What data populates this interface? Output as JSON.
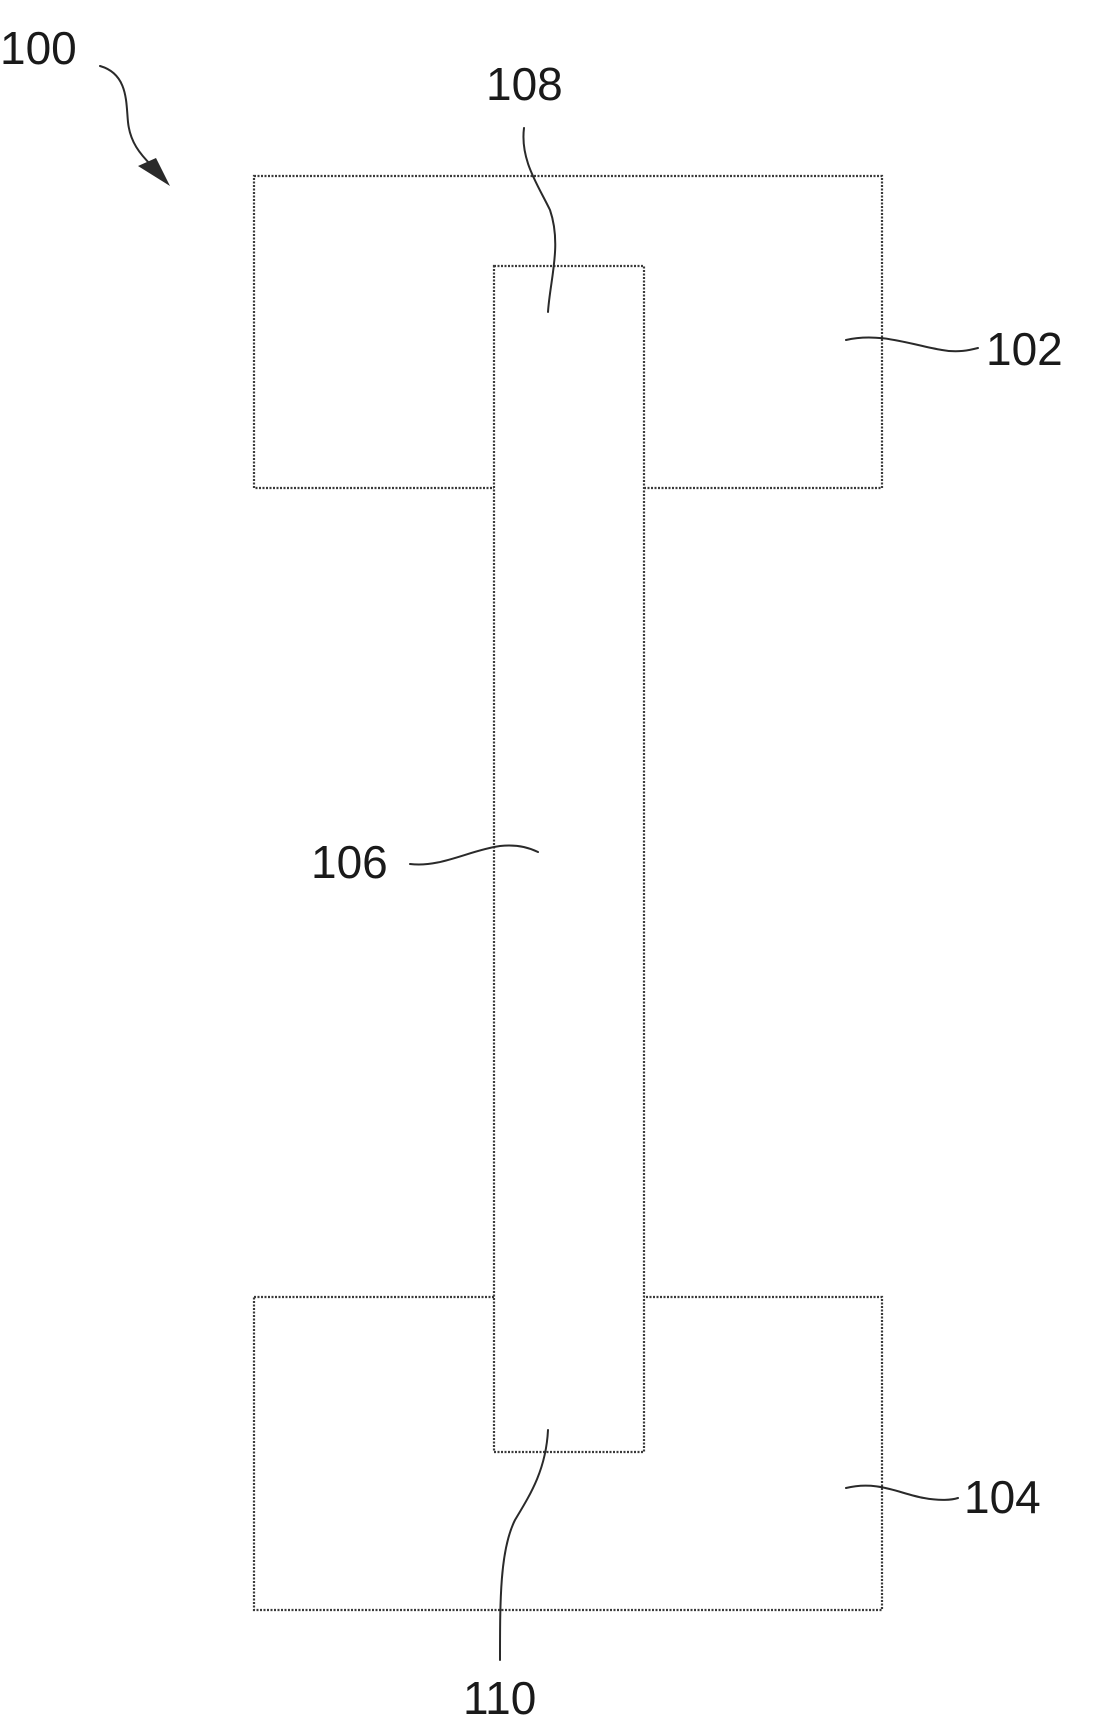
{
  "figure": {
    "labels": {
      "assembly": "100",
      "top_block": "102",
      "bottom_block": "104",
      "strip": "106",
      "strip_top_end": "108",
      "strip_bottom_end": "110"
    }
  }
}
